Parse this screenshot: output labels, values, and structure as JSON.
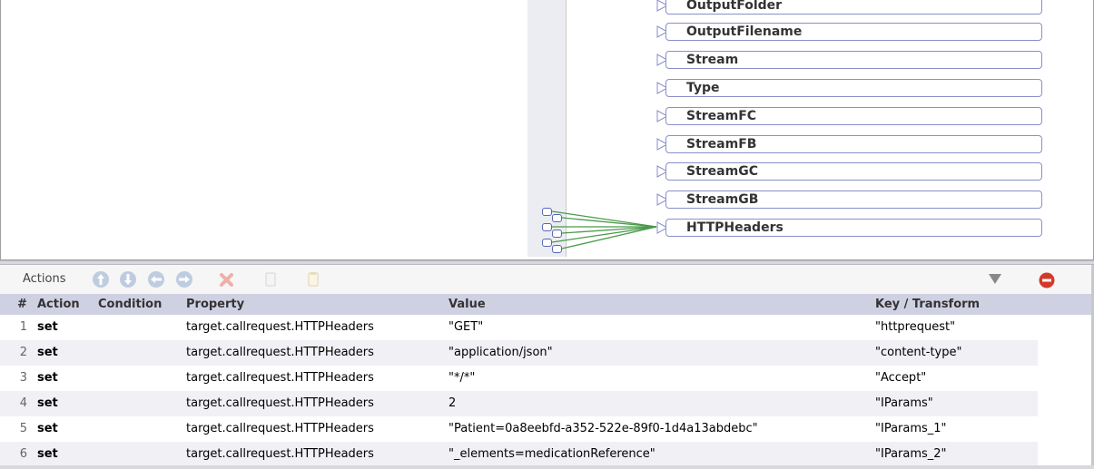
{
  "canvas": {
    "fields": [
      {
        "label": "OutputFolder"
      },
      {
        "label": "OutputFilename"
      },
      {
        "label": "Stream"
      },
      {
        "label": "Type"
      },
      {
        "label": "StreamFC"
      },
      {
        "label": "StreamFB"
      },
      {
        "label": "StreamGC"
      },
      {
        "label": "StreamGB"
      },
      {
        "label": "HTTPHeaders"
      }
    ],
    "wire_color": "#4a9a4a",
    "field_border_color": "#8a8fc8"
  },
  "actions_bar": {
    "label": "Actions",
    "tools": [
      "move-up-icon",
      "move-down-icon",
      "move-left-icon",
      "move-right-icon",
      "delete-icon",
      "copy-icon",
      "paste-icon",
      "filter-icon",
      "remove-icon"
    ]
  },
  "table": {
    "headers": {
      "num": "#",
      "action": "Action",
      "condition": "Condition",
      "property": "Property",
      "value": "Value",
      "key": "Key / Transform"
    },
    "rows": [
      {
        "num": "1",
        "action": "set",
        "condition": "",
        "property": "target.callrequest.HTTPHeaders",
        "value": "\"GET\"",
        "key": "\"httprequest\""
      },
      {
        "num": "2",
        "action": "set",
        "condition": "",
        "property": "target.callrequest.HTTPHeaders",
        "value": "\"application/json\"",
        "key": "\"content-type\""
      },
      {
        "num": "3",
        "action": "set",
        "condition": "",
        "property": "target.callrequest.HTTPHeaders",
        "value": "\"*/*\"",
        "key": "\"Accept\""
      },
      {
        "num": "4",
        "action": "set",
        "condition": "",
        "property": "target.callrequest.HTTPHeaders",
        "value": "2",
        "key": "\"IParams\""
      },
      {
        "num": "5",
        "action": "set",
        "condition": "",
        "property": "target.callrequest.HTTPHeaders",
        "value": "\"Patient=0a8eebfd-a352-522e-89f0-1d4a13abdebc\"",
        "key": "\"IParams_1\""
      },
      {
        "num": "6",
        "action": "set",
        "condition": "",
        "property": "target.callrequest.HTTPHeaders",
        "value": "\"_elements=medicationReference\"",
        "key": "\"IParams_2\""
      }
    ]
  }
}
